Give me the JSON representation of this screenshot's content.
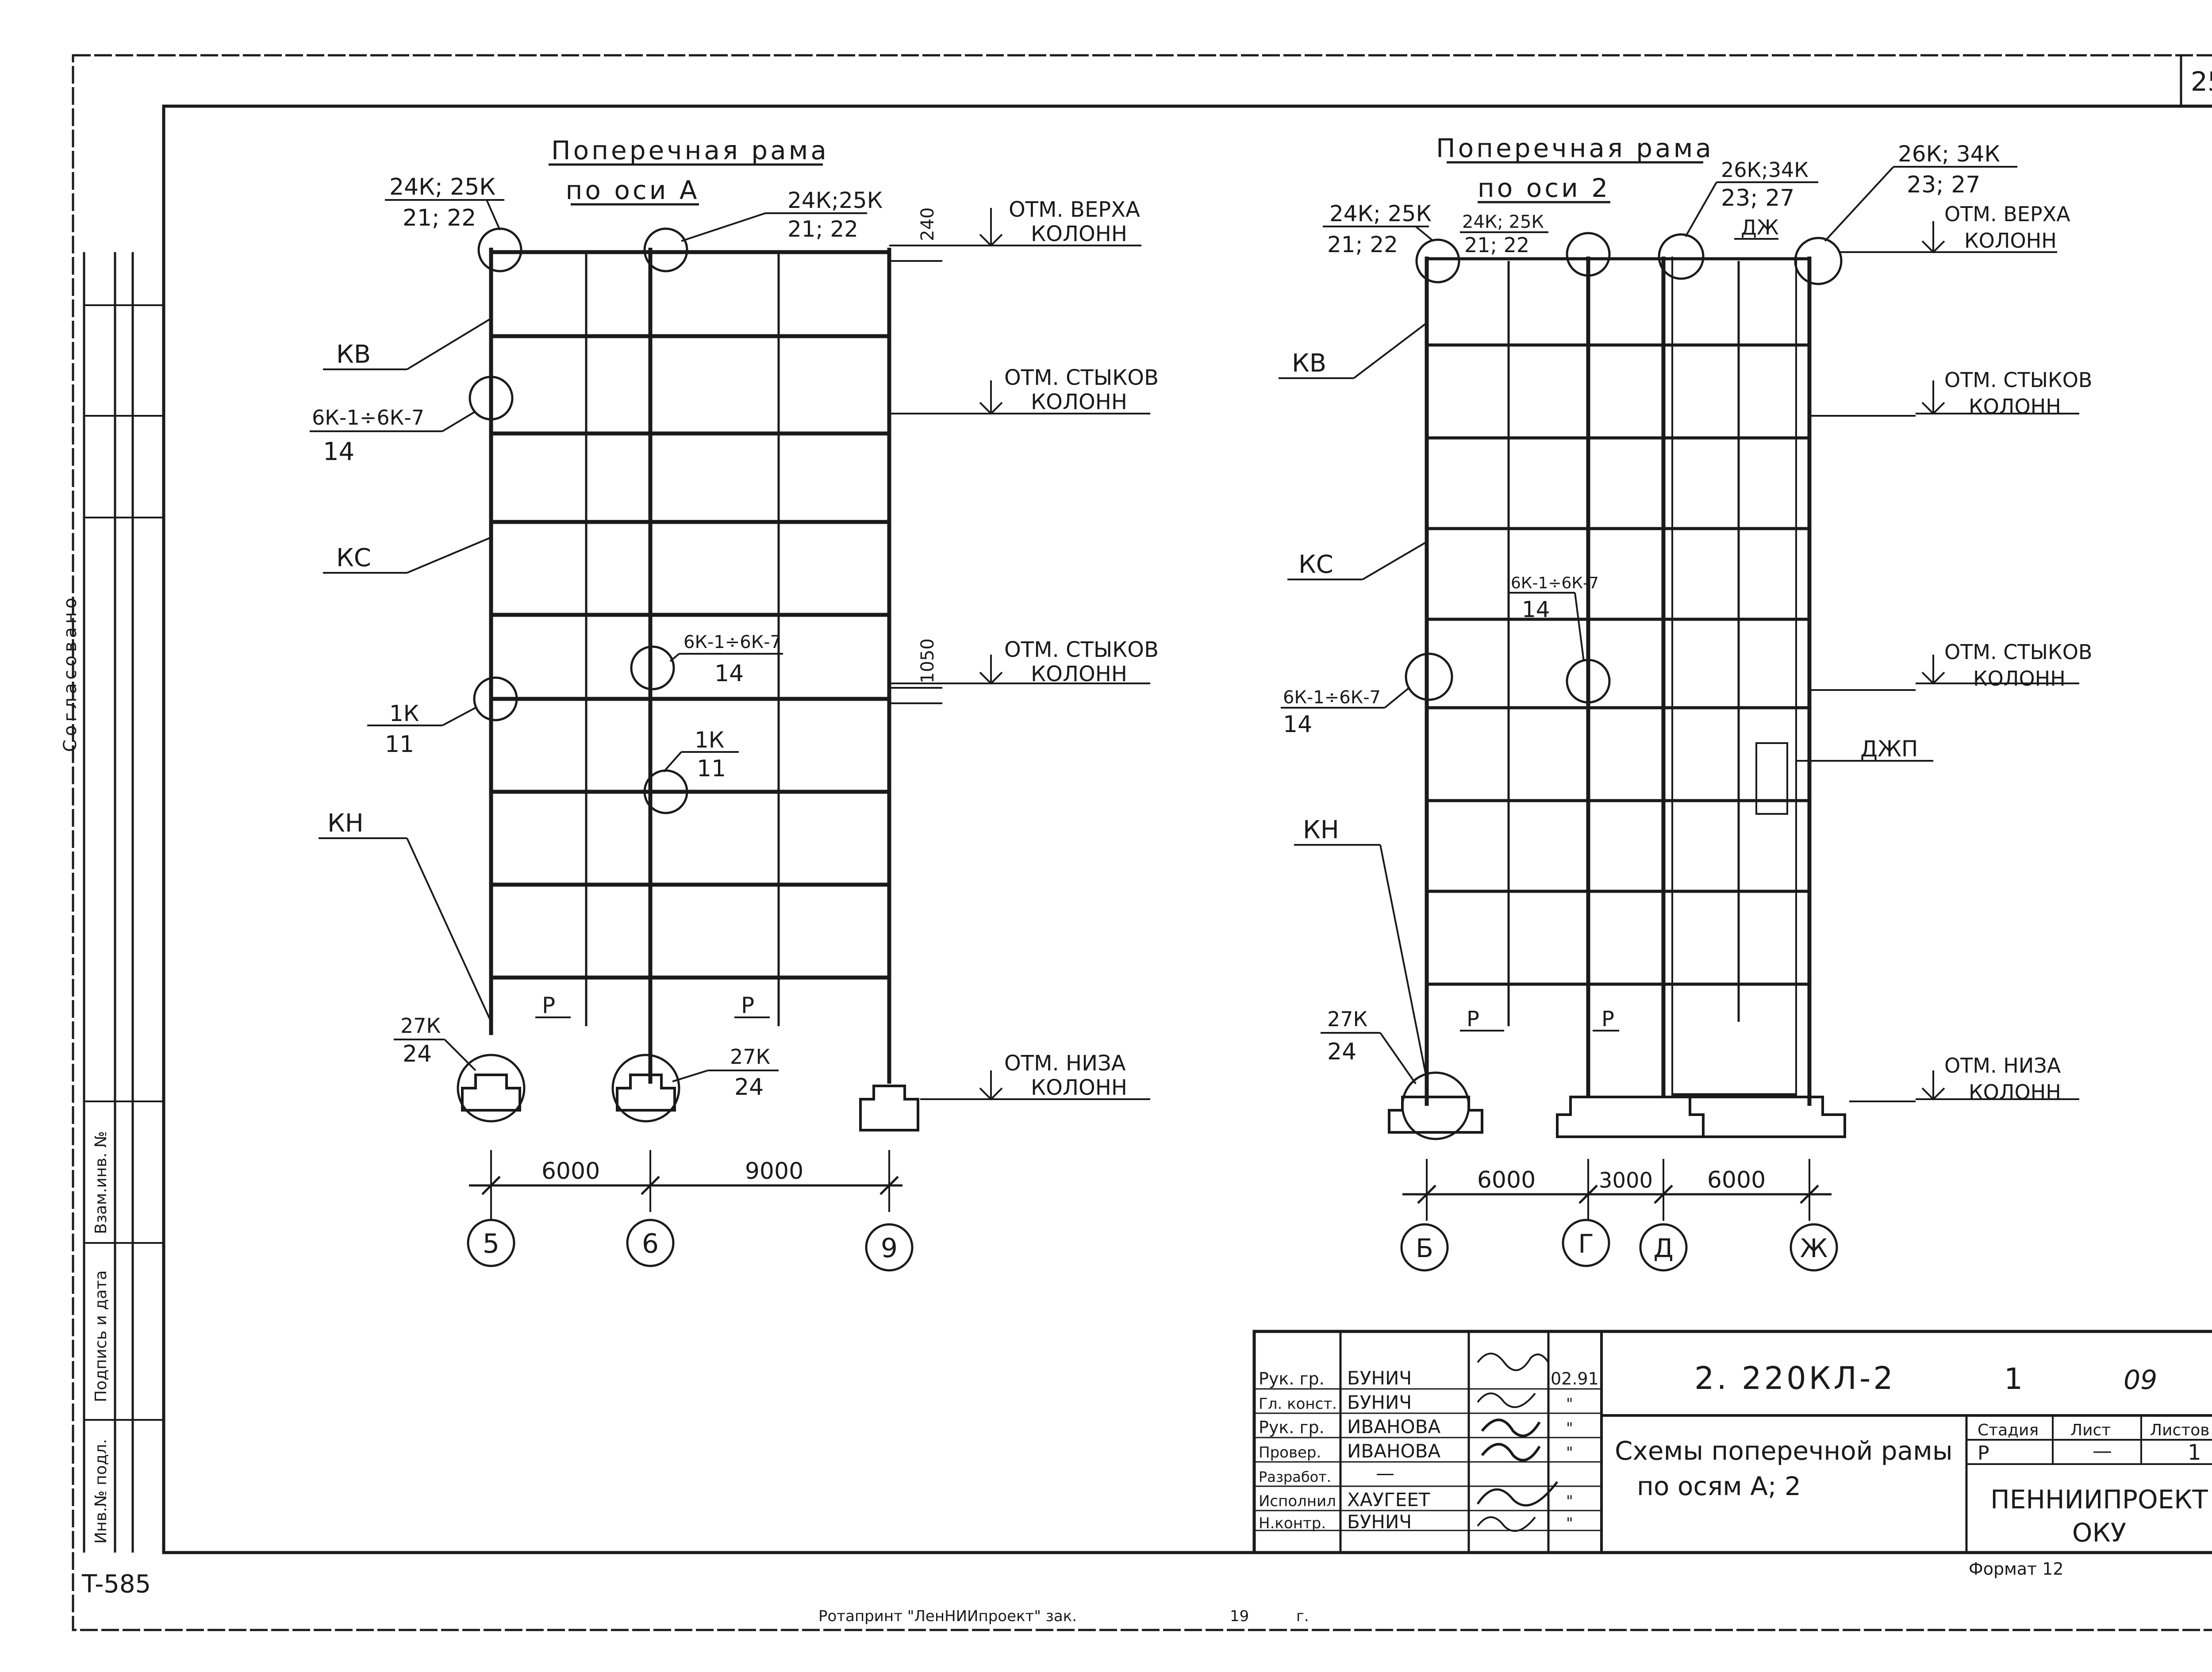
{
  "sheet": {
    "page_number": "25",
    "code": "T-585",
    "footer": "Ротапринт \"ЛенНИИпроект\" зак.",
    "footer_year": "19",
    "footer_suffix": "г.",
    "format": "Формат 12"
  },
  "left_margin": {
    "agreed": "Согласовано",
    "inv_no_orig": "Инв.№ подл.",
    "sign_date": "Подпись и дата",
    "inv_no_replace": "Взам.инв. №"
  },
  "frame_a": {
    "title_line1": "Поперечная рама",
    "title_line2": "по оси А",
    "callout_top_left_1": "24К; 25К",
    "callout_top_left_2": "21; 22",
    "callout_top_mid_1": "24К;25К",
    "callout_top_mid_2": "21; 22",
    "dim_240": "240",
    "mark_top_1": "ОТМ. ВЕРХА",
    "mark_top_2": "КОЛОНН",
    "label_kv": "КВ",
    "callout_6k_1": "6К-1÷6К-7",
    "callout_6k_2": "14",
    "mark_joint1_1": "ОТМ. СТЫКОВ",
    "mark_joint1_2": "КОЛОНН",
    "label_kc": "КС",
    "callout_6k_mid_1": "6К-1÷6К-7",
    "callout_6k_mid_2": "14",
    "dim_1050": "1050",
    "mark_joint2_1": "ОТМ. СТЫКОВ",
    "mark_joint2_2": "КОЛОНН",
    "callout_1k_left_1": "1К",
    "callout_1k_left_2": "11",
    "callout_1k_mid_1": "1К",
    "callout_1k_mid_2": "11",
    "label_kn": "КН",
    "label_p1": "Р",
    "label_p2": "Р",
    "callout_27k_left_1": "27К",
    "callout_27k_left_2": "24",
    "callout_27k_mid_1": "27К",
    "callout_27k_mid_2": "24",
    "mark_bottom_1": "ОТМ. НИЗА",
    "mark_bottom_2": "КОЛОНН",
    "dim_1": "6000",
    "dim_2": "9000",
    "axis_1": "5",
    "axis_2": "6",
    "axis_3": "9"
  },
  "frame_2": {
    "title_line1": "Поперечная рама",
    "title_line2": "по оси 2",
    "callout_tl_1": "24К; 25К",
    "callout_tl_2": "21; 22",
    "callout_tm_1": "24К; 25К",
    "callout_tm_2": "21; 22",
    "callout_tr1_1": "26К;34К",
    "callout_tr1_2": "23; 27",
    "callout_tr2_1": "26К; 34К",
    "callout_tr2_2": "23; 27",
    "label_dzh": "ДЖ",
    "mark_top_1": "ОТМ. ВЕРХА",
    "mark_top_2": "КОЛОНН",
    "label_kv": "КВ",
    "mark_joint1_1": "ОТМ. СТЫКОВ",
    "mark_joint1_2": "КОЛОНН",
    "label_kc": "КС",
    "callout_6k_mid_1": "6К-1÷6К-7",
    "callout_6k_mid_2": "14",
    "callout_6k_left_1": "6К-1÷6К-7",
    "callout_6k_left_2": "14",
    "mark_joint2_1": "ОТМ. СТЫКОВ",
    "mark_joint2_2": "КОЛОНН",
    "label_dzhp": "ДЖП",
    "label_kn": "КН",
    "label_p1": "Р",
    "label_p2": "Р",
    "callout_27k_1": "27К",
    "callout_27k_2": "24",
    "mark_bottom_1": "ОТМ. НИЗА",
    "mark_bottom_2": "КОЛОНН",
    "dim_1": "6000",
    "dim_2": "3000",
    "dim_3": "6000",
    "axis_1": "Б",
    "axis_2": "Г",
    "axis_3": "Д",
    "axis_4": "Ж"
  },
  "title_block": {
    "rows": [
      {
        "role": "Рук. гр.",
        "name": "БУНИЧ",
        "date": "02.91"
      },
      {
        "role": "Гл. конст.",
        "name": "БУНИЧ",
        "date": "\""
      },
      {
        "role": "Рук. гр.",
        "name": "ИВАНОВА",
        "date": "\""
      },
      {
        "role": "Провер.",
        "name": "ИВАНОВА",
        "date": "\""
      },
      {
        "role": "Разработ.",
        "name": "—",
        "date": ""
      },
      {
        "role": "Исполнил",
        "name": "ХАУГЕЕТ",
        "date": "\""
      },
      {
        "role": "Н.контр.",
        "name": "БУНИЧ",
        "date": "\""
      }
    ],
    "doc_code": "2. 220КЛ-2",
    "part": "1",
    "issue": "09",
    "sheet_title_1": "Схемы поперечной рамы",
    "sheet_title_2": "по осям А; 2",
    "stage_label": "Стадия",
    "sheet_label": "Лист",
    "sheets_label": "Листов",
    "stage": "Р",
    "sheet": "—",
    "sheets": "1",
    "org_1": "ПЕННИИПРОЕКТ",
    "org_2": "ОКУ"
  }
}
